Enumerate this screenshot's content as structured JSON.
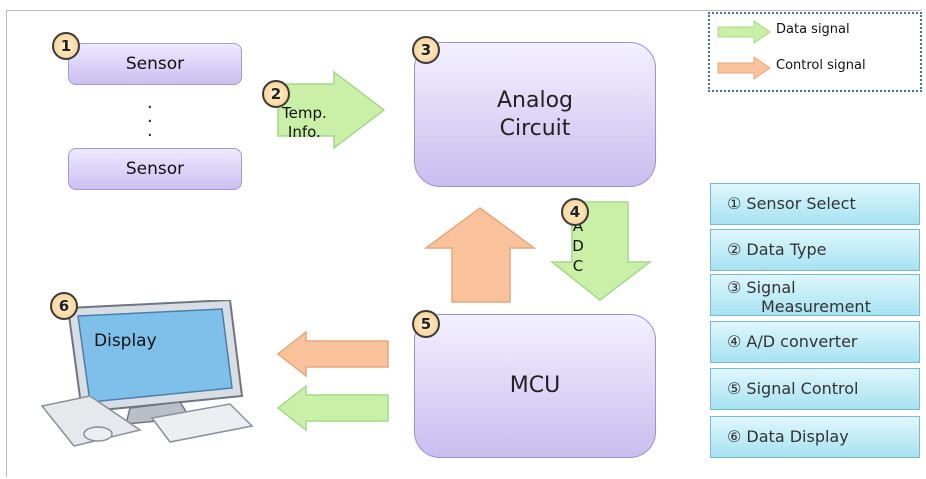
{
  "legend": {
    "data_signal": "Data signal",
    "control_signal": "Control signal"
  },
  "sensors": {
    "top": "Sensor",
    "bottom": "Sensor"
  },
  "analog_box": {
    "line1": "Analog",
    "line2": "Circuit"
  },
  "mcu_box": {
    "label": "MCU"
  },
  "temp_arrow": {
    "line1": "Temp.",
    "line2": "Info."
  },
  "adc_arrow": {
    "a": "A",
    "d": "D",
    "c": "C"
  },
  "display": {
    "label": "Display"
  },
  "numbers": [
    "1",
    "2",
    "3",
    "4",
    "5",
    "6"
  ],
  "steps": [
    "① Sensor Select",
    "②  Data Type",
    "③ Signal",
    "Measurement",
    "④  A/D converter",
    "⑤  Signal Control",
    "⑥  Data Display"
  ],
  "colors": {
    "data_arrow": "#c9f0a6",
    "control_arrow": "#f9c29b",
    "box": "#cbbff0",
    "step_button": "#a7e2f2"
  }
}
